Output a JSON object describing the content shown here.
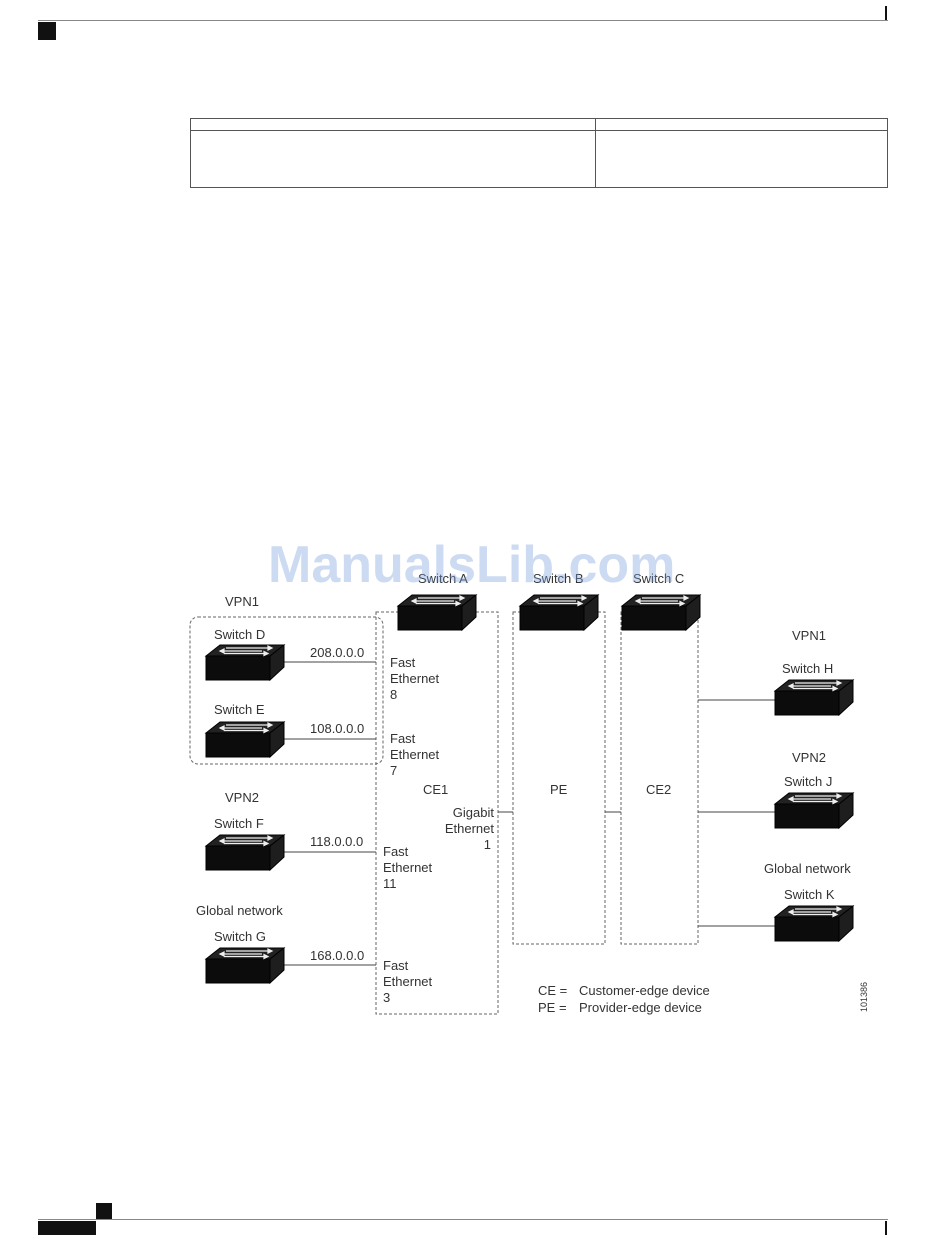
{
  "watermark": "ManualsLib.com",
  "diagram": {
    "switch_a": "Switch A",
    "switch_b": "Switch B",
    "switch_c": "Switch C",
    "vpn1_left": "VPN1",
    "vpn2_left": "VPN2",
    "global_left": "Global network",
    "switch_d": "Switch D",
    "switch_e": "Switch E",
    "switch_f": "Switch F",
    "switch_g": "Switch G",
    "net_d": "208.0.0.0",
    "net_e": "108.0.0.0",
    "net_f": "118.0.0.0",
    "net_g": "168.0.0.0",
    "port_fast": "Fast",
    "port_ethernet": "Ethernet",
    "port_8": "8",
    "port_7": "7",
    "port_11": "11",
    "port_3": "3",
    "gig_gigabit": "Gigabit",
    "gig_ethernet": "Ethernet",
    "gig_1": "1",
    "ce1": "CE1",
    "pe": "PE",
    "ce2": "CE2",
    "vpn1_right": "VPN1",
    "vpn2_right": "VPN2",
    "global_right": "Global network",
    "switch_h": "Switch H",
    "switch_j": "Switch J",
    "switch_k": "Switch K",
    "legend_ce_abbr": "CE =",
    "legend_ce_desc": "Customer-edge device",
    "legend_pe_abbr": "PE =",
    "legend_pe_desc": "Provider-edge device",
    "figure_id": "101386"
  }
}
